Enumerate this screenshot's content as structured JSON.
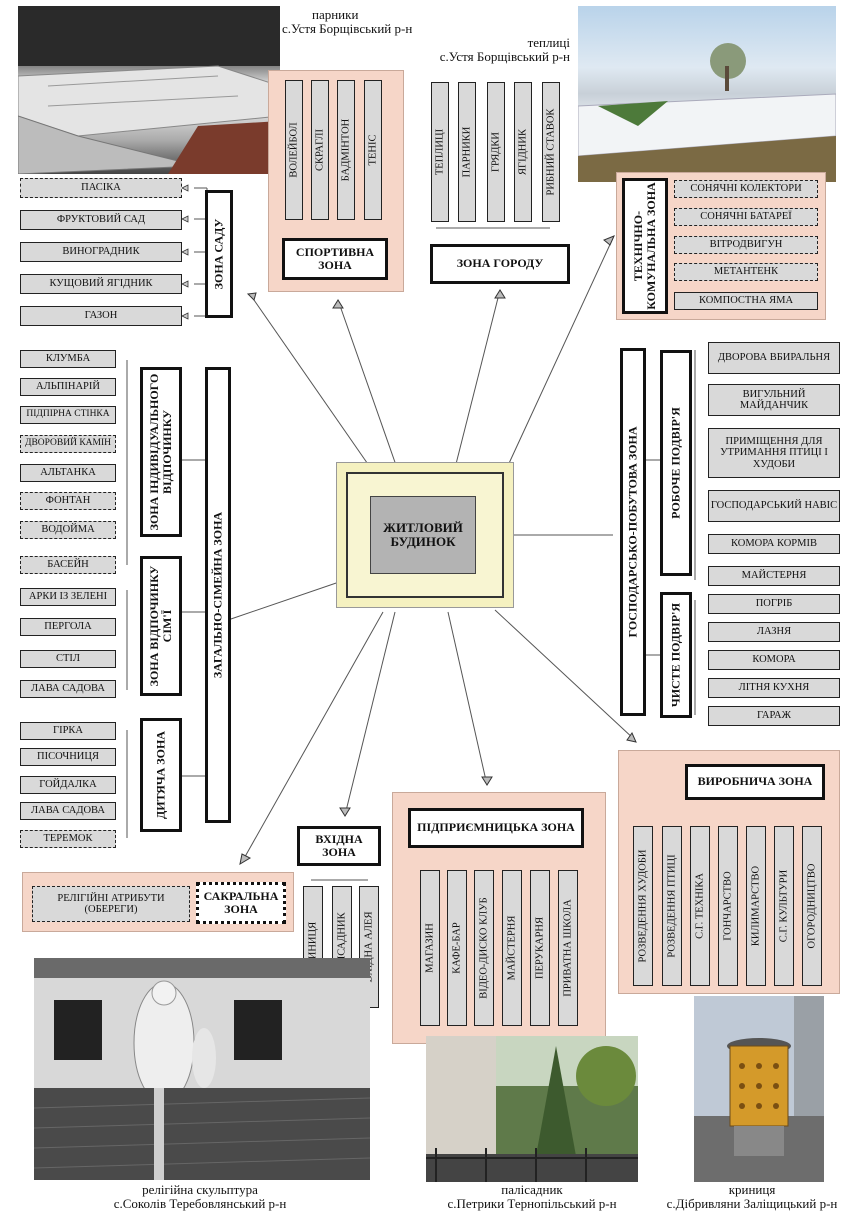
{
  "photos": {
    "top_left": {
      "caption_1": "парники",
      "caption_2": "с.Устя Борщівський р-н"
    },
    "top_right": {
      "caption_1": "теплиці",
      "caption_2": "с.Устя Борщівський р-н"
    },
    "bottom_left": {
      "caption_1": "релігійна скульптура",
      "caption_2": "с.Соколів Теребовлянський р-н"
    },
    "bottom_center": {
      "caption_1": "палісадник",
      "caption_2": "с.Петрики Тернопільський р-н"
    },
    "bottom_right": {
      "caption_1": "криниця",
      "caption_2": "с.Дібривляни Заліщицький р-н"
    }
  },
  "center": {
    "label": "ЖИТЛОВИЙ БУДИНОК"
  },
  "sport": {
    "title": "СПОРТИВНА ЗОНА",
    "items": [
      "ВОЛЕЙБОЛ",
      "СКРАГЛІ",
      "БАДМІНТОН",
      "ТЕНІС"
    ]
  },
  "garden_city": {
    "title": "ЗОНА ГОРОДУ",
    "items": [
      "ТЕПЛИЦІ",
      "ПАРНИКИ",
      "ГРЯДКИ",
      "ЯГІДНИК",
      "РИБНИЙ СТАВОК"
    ]
  },
  "technical": {
    "title": "ТЕХНІЧНО-КОМУНАЛЬНА ЗОНА",
    "items": [
      "СОНЯЧНІ КОЛЕКТОРИ",
      "СОНЯЧНІ БАТАРЕЇ",
      "ВІТРОДВИГУН",
      "МЕТАНТЕНК",
      "КОМПОСТНА ЯМА"
    ]
  },
  "garden": {
    "title": "ЗОНА САДУ",
    "items": [
      "ПАСІКА",
      "ФРУКТОВИЙ САД",
      "ВИНОГРАДНИК",
      "КУЩОВИЙ ЯГІДНИК",
      "ГАЗОН"
    ]
  },
  "family": {
    "title": "ЗАГАЛЬНО-СІМЕЙНА ЗОНА"
  },
  "individual": {
    "title_1": "ЗОНА ІНДИВІДУАЛЬНОГО",
    "title_2": "ВІДПОЧИНКУ",
    "items": [
      "КЛУМБА",
      "АЛЬПІНАРІЙ",
      "ПІДПІРНА СТІНКА",
      "ДВОРОВИЙ КАМІН",
      "АЛЬТАНКА",
      "ФОНТАН",
      "ВОДОЙМА",
      "БАСЕЙН"
    ]
  },
  "family_rest": {
    "title_1": "ЗОНА ВІДПОЧИНКУ",
    "title_2": "СІМ'Ї",
    "items": [
      "АРКИ ІЗ ЗЕЛЕНІ",
      "ПЕРГОЛА",
      "СТІЛ",
      "ЛАВА САДОВА"
    ]
  },
  "children": {
    "title": "ДИТЯЧА ЗОНА",
    "items": [
      "ГІРКА",
      "ПІСОЧНИЦЯ",
      "ГОЙДАЛКА",
      "ЛАВА САДОВА",
      "ТЕРЕМОК"
    ]
  },
  "household": {
    "title": "ГОСПОДАРСЬКО-ПОБУТОВА ЗОНА"
  },
  "work_yard": {
    "title": "РОБОЧЕ ПОДВІР'Я",
    "items": [
      "ДВОРОВА ВБИРАЛЬНЯ",
      "ВИГУЛЬНИЙ МАЙДАНЧИК",
      "ПРИМІЩЕННЯ ДЛЯ УТРИМАННЯ ПТИЦІ І ХУДОБИ",
      "ГОСПОДАРСЬКИЙ НАВІС",
      "КОМОРА КОРМІВ",
      "МАЙСТЕРНЯ"
    ]
  },
  "clean_yard": {
    "title": "ЧИСТЕ ПОДВІР'Я",
    "items": [
      "ПОГРІБ",
      "ЛАЗНЯ",
      "КОМОРА",
      "ЛІТНЯ КУХНЯ",
      "ГАРАЖ"
    ]
  },
  "production": {
    "title": "ВИРОБНИЧА ЗОНА",
    "items": [
      "РОЗВЕДЕННЯ ХУДОБИ",
      "РОЗВЕДЕННЯ ПТИЦІ",
      "С.Г. ТЕХНІКА",
      "ГОНЧАРСТВО",
      "КИЛИМАРСТВО",
      "С.Г. КУЛЬТУРИ",
      "ОГОРОДНИЦТВО"
    ]
  },
  "business": {
    "title": "ПІДПРИЄМНИЦЬКА ЗОНА",
    "items": [
      "МАГАЗИН",
      "КАФЕ-БАР",
      "ВІДЕО-ДИСКО КЛУБ",
      "МАЙСТЕРНЯ",
      "ПЕРУКАРНЯ",
      "ПРИВАТНА ШКОЛА"
    ]
  },
  "entrance": {
    "title": "ВХІДНА ЗОНА",
    "items": [
      "КРИНИЦЯ",
      "ПАЛІСАДНИК",
      "ВХІДНА АЛЕЯ"
    ]
  },
  "sacral": {
    "title": "САКРАЛЬНА ЗОНА",
    "item": "РЕЛІГІЙНІ АТРИБУТИ (ОБЕРЕГИ)"
  }
}
